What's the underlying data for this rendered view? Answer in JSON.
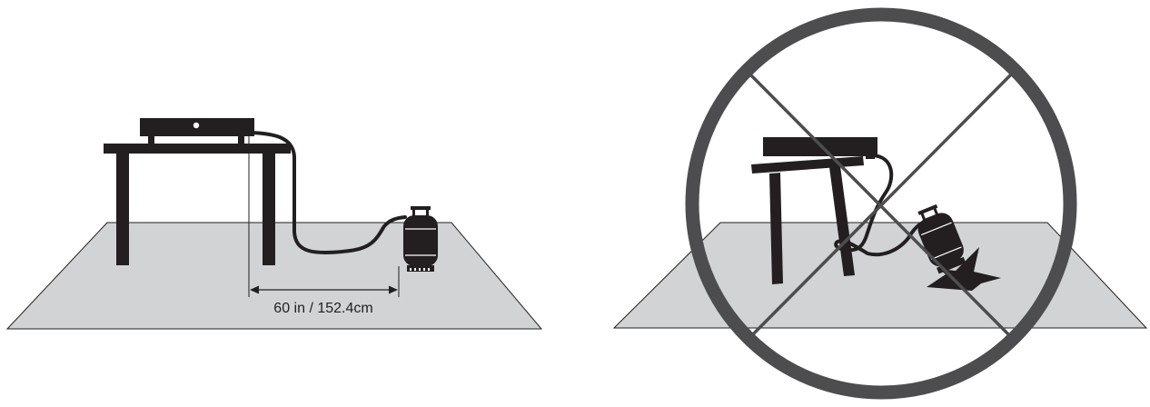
{
  "colors": {
    "ink": "#231f20",
    "floor_fill": "#d1d3d4",
    "floor_stroke": "#231f20",
    "prohibition": "#4d4d4f",
    "background": "#ffffff"
  },
  "correct_setup": {
    "distance_label": "60 in / 152.4cm",
    "items": [
      "table-icon",
      "stove-icon",
      "hose-icon",
      "propane-tank-icon",
      "distance-arrow-icon",
      "floor-mat"
    ]
  },
  "incorrect_setup": {
    "items": [
      "tipped-table-icon",
      "stove-icon",
      "hose-icon",
      "tipped-propane-tank-icon",
      "spill-icon",
      "floor-mat",
      "prohibition-sign-icon"
    ]
  }
}
